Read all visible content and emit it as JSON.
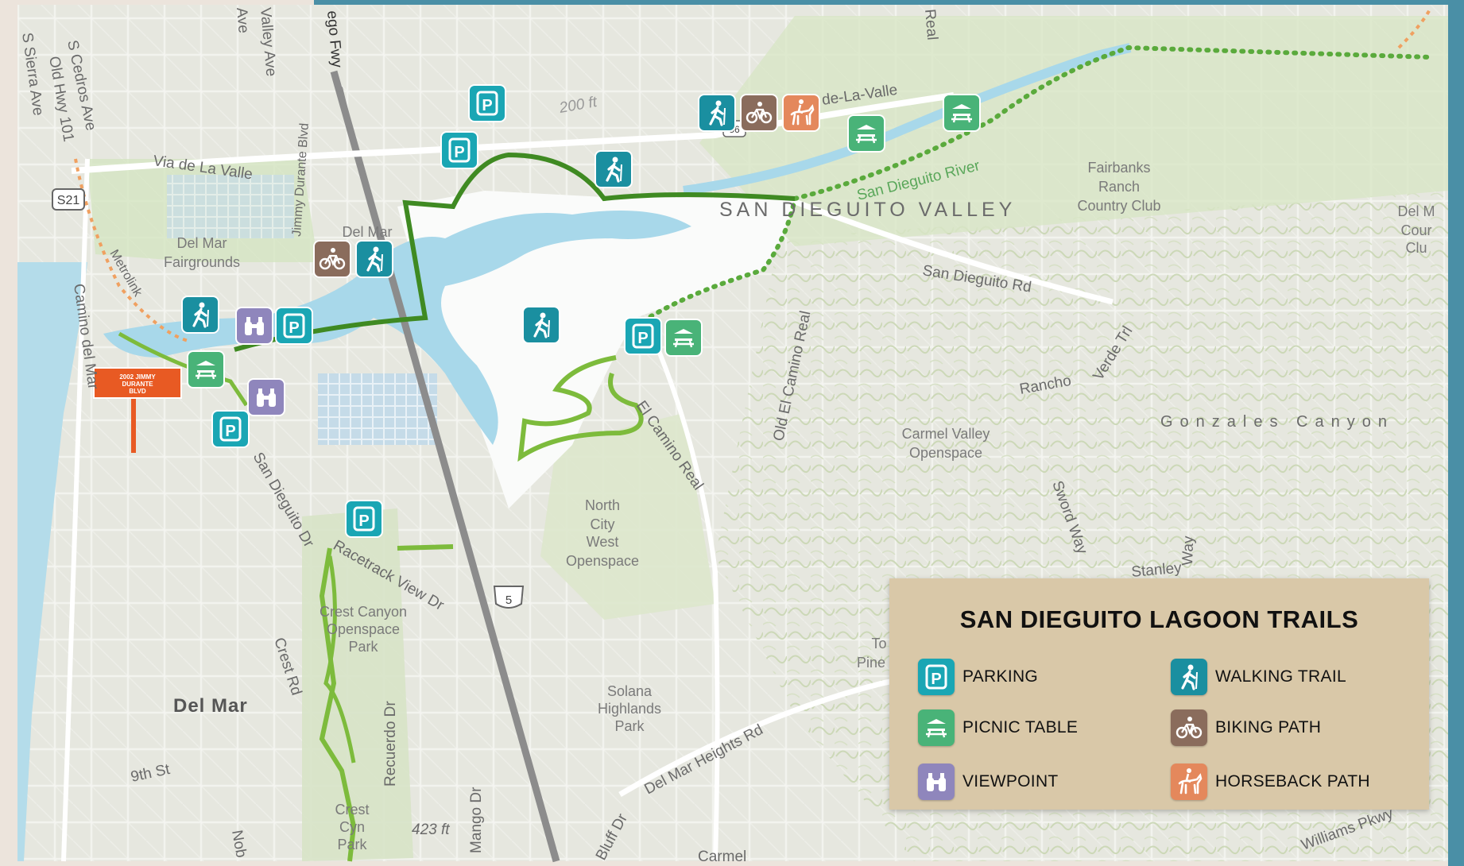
{
  "legend": {
    "title": "SAN DIEGUITO LAGOON TRAILS",
    "items": [
      {
        "label": "PARKING",
        "icon": "parking-icon",
        "color": "#1aa6b4"
      },
      {
        "label": "WALKING TRAIL",
        "icon": "hiker-icon",
        "color": "#1a8fa0"
      },
      {
        "label": "PICNIC TABLE",
        "icon": "picnic-table-icon",
        "color": "#49b378"
      },
      {
        "label": "BIKING PATH",
        "icon": "bicycle-icon",
        "color": "#8a6c5c"
      },
      {
        "label": "VIEWPOINT",
        "icon": "binoculars-icon",
        "color": "#8f86bc"
      },
      {
        "label": "HORSEBACK PATH",
        "icon": "horse-rider-icon",
        "color": "#e4885c"
      }
    ]
  },
  "map": {
    "colors": {
      "trail_dark": "#3f8a22",
      "trail_light": "#7dbb3c",
      "coast_trail": "#f0a060",
      "water": "#a8d8ea"
    },
    "labels": {
      "valley": "SAN DIEGUITO VALLEY",
      "river": "San Dieguito River",
      "gonzales": "Gonzales Canyon",
      "del_mar": "Del Mar",
      "fairgrounds": [
        "Del Mar",
        "Fairgrounds"
      ],
      "fairbanks": [
        "Fairbanks",
        "Ranch",
        "Country Club"
      ],
      "carmel_valley": [
        "Carmel Valley",
        "Openspace"
      ],
      "north_city": [
        "North",
        "City",
        "West",
        "Openspace"
      ],
      "solana": [
        "Solana",
        "Highlands",
        "Park"
      ],
      "crest_canyon": [
        "Crest Canyon",
        "Openspace",
        "Park"
      ],
      "crest_cyn": [
        "Crest",
        "Cyn",
        "Park"
      ],
      "del_mar_small": "Del Mar",
      "del_mar_right": [
        "Del M",
        "Cour",
        "Clu"
      ],
      "to_pine": [
        "To",
        "Pine"
      ],
      "via_de_la_valle": "Via de La Valle",
      "de_la_valle": "de-La-Valle",
      "san_dieguito_rd": "San Dieguito Rd",
      "san_dieguito_dr": "San Dieguito Dr",
      "racetrack": "Racetrack View Dr",
      "el_camino": "El Camino Real",
      "old_el_camino": "Old El Camino Real",
      "rancho": "Rancho",
      "verde_trl": "Verde Trl",
      "crest_rd": "Crest Rd",
      "recuerdo": "Recuerdo Dr",
      "mango": "Mango Dr",
      "del_mar_heights": "Del Mar Heights Rd",
      "bluff": "Bluff Dr",
      "carmel": "Carmel",
      "ninth": "9th St",
      "camino_del_mar": "Camino del Mar",
      "sierra": "S Sierra Ave",
      "cedros": "S Cedros Ave",
      "old_hwy": "Old Hwy 101",
      "valley_ave": "Valley Ave",
      "ave": "Ave",
      "fwy": "ego Fwy",
      "nob": "Nob",
      "sword": "Sword Way",
      "stanley": "Stanley",
      "way": "Way",
      "elev_423": "423 ft",
      "elev_200": "200 ft",
      "williams": "Williams Pkwy",
      "real_top": "Real",
      "marine": "Metrolink",
      "blvd": "Jimmy Durante Blvd",
      "s21": "S21",
      "i5": "5",
      "route_56": "56",
      "sign": [
        "2002 JIMMY",
        "DURANTE",
        "BLVD"
      ]
    }
  }
}
